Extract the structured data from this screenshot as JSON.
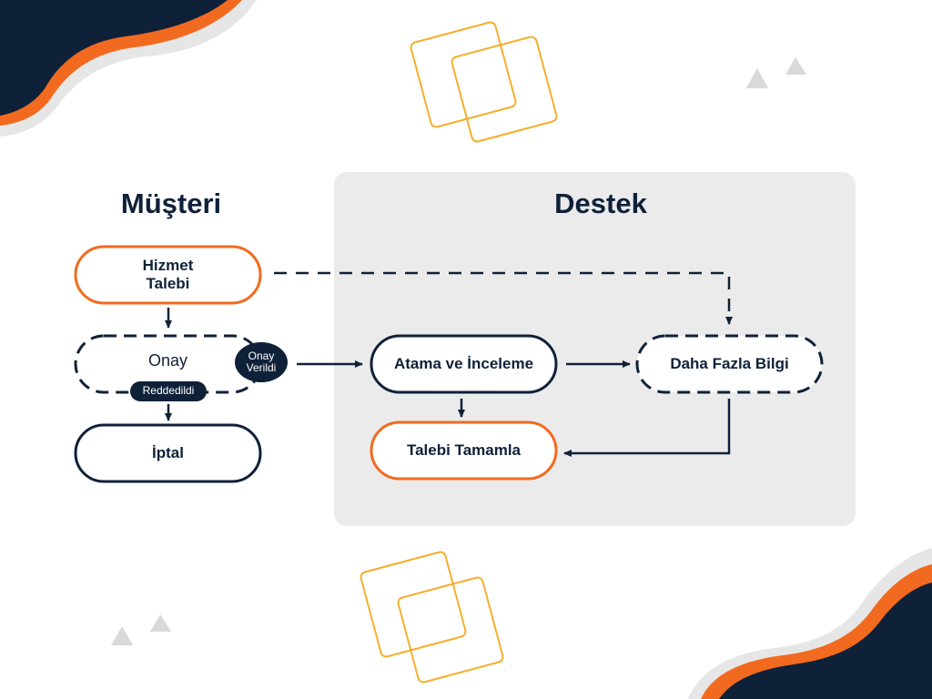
{
  "colors": {
    "navy": "#0f2139",
    "orange": "#f26a1f",
    "yellow": "#f6ae2d",
    "panel": "#ebebeb",
    "light_gray": "#e6e6e6",
    "triangle": "#d9d9d9"
  },
  "lanes": {
    "customer": "Müşteri",
    "support": "Destek"
  },
  "nodes": {
    "service_request": "Hizmet\nTalebi",
    "approval": "Onay",
    "cancel": "İptal",
    "assign_review": "Atama ve İnceleme",
    "more_info": "Daha Fazla Bilgi",
    "complete_request": "Talebi Tamamla"
  },
  "badges": {
    "approved": "Onay\nVerildi",
    "rejected": "Reddedildi"
  }
}
